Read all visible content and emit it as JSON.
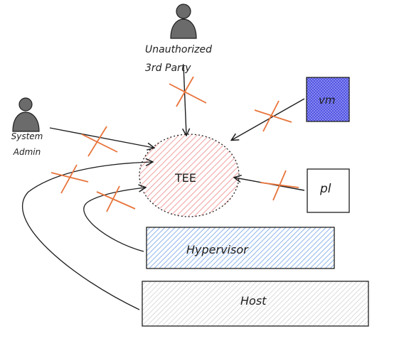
{
  "labels": {
    "third_party_line1": "Unauthorized",
    "third_party_line2": "3rd Party",
    "admin_line1": "System",
    "admin_line2": "Admin",
    "tee": "TEE",
    "vm": "vm",
    "pl": "pl",
    "hypervisor": "Hypervisor",
    "host": "Host"
  },
  "colors": {
    "stroke": "#1e1e1e",
    "blocked_mark": "#e8743b",
    "tee_fill": "#f4a6a6",
    "vm_fill": "#6666ee",
    "hypervisor_fill": "#a5c8f0",
    "host_fill": "#d8d8d8",
    "person_fill": "#6b6b6b"
  }
}
